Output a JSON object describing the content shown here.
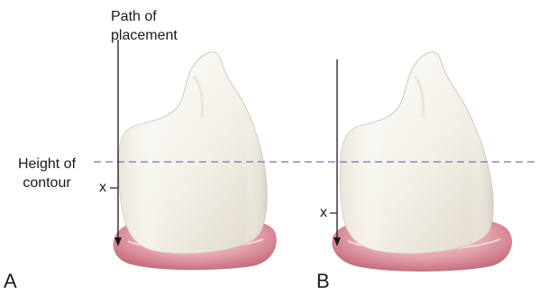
{
  "labels": {
    "path_of_placement_line1": "Path of",
    "path_of_placement_line2": "placement",
    "height_of_contour_line1": "Height of",
    "height_of_contour_line2": "contour",
    "x_a": "x",
    "x_b": "x",
    "panel_a": "A",
    "panel_b": "B"
  },
  "colors": {
    "contour_line": "#8d87b3",
    "path_line": "#1a1a1a",
    "gingiva": "#d98b99",
    "tooth": "#f3efe6"
  }
}
